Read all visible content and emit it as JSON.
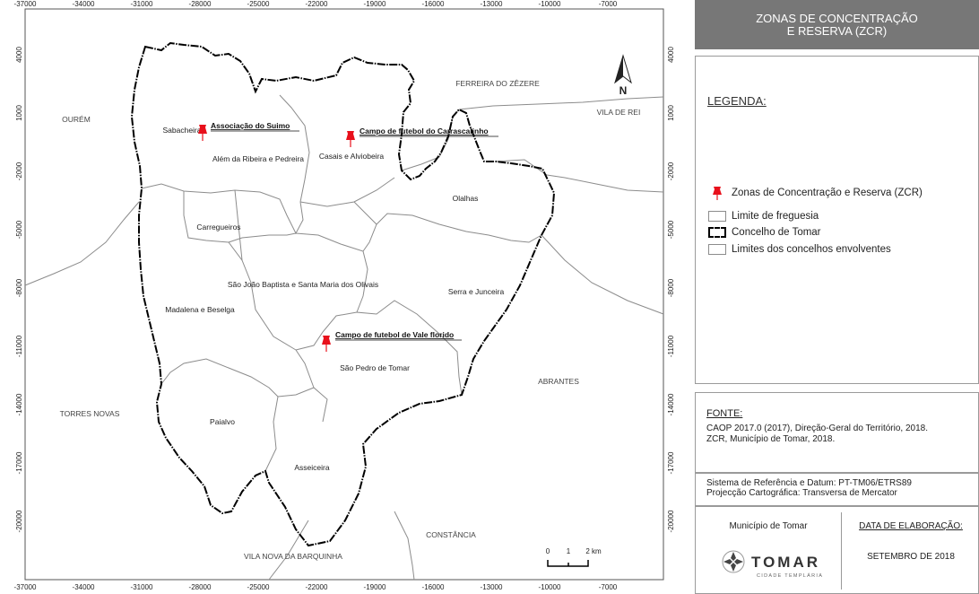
{
  "title": {
    "line1": "ZONAS DE CONCENTRAÇÃO",
    "line2": "E RESERVA (ZCR)"
  },
  "axis": {
    "top": [
      "-37000",
      "-34000",
      "-31000",
      "-28000",
      "-25000",
      "-22000",
      "-19000",
      "-16000",
      "-13000",
      "-10000",
      "-7000"
    ],
    "bottom": [
      "-37000",
      "-34000",
      "-31000",
      "-28000",
      "-25000",
      "-22000",
      "-19000",
      "-16000",
      "-13000",
      "-10000",
      "-7000"
    ],
    "left": [
      "4000",
      "1000",
      "-2000",
      "-5000",
      "-8000",
      "-11000",
      "-14000",
      "-17000",
      "-20000"
    ],
    "right": [
      "4000",
      "1000",
      "-2000",
      "-5000",
      "-8000",
      "-11000",
      "-14000",
      "-17000",
      "-20000"
    ]
  },
  "north_label": "N",
  "parishes": [
    "Sabacheira",
    "Além da Ribeira e Pedreira",
    "Casais e Alviobeira",
    "Olalhas",
    "Carregueiros",
    "São João Baptista e Santa Maria dos Olivais",
    "Serra e Junceira",
    "Madalena e Beselga",
    "São Pedro de Tomar",
    "Paialvo",
    "Asseiceira"
  ],
  "neighbors": [
    "FERREIRA DO ZÊZERE",
    "VILA DE REI",
    "OURÉM",
    "TORRES NOVAS",
    "ABRANTES",
    "CONSTÂNCIA",
    "VILA NOVA DA BARQUINHA"
  ],
  "zcr": [
    {
      "name": "Associação do Suimo"
    },
    {
      "name": "Campo de futebol do Carrascalinho"
    },
    {
      "name": "Campo de futebol de Vale florido"
    }
  ],
  "scalebar": {
    "labels": [
      "0",
      "1",
      "2 km"
    ]
  },
  "legend": {
    "heading": "LEGENDA:",
    "items": [
      {
        "label": "Zonas de Concentração e Reserva (ZCR)",
        "icon": "pushpin-icon",
        "color": "#e8101b"
      },
      {
        "label": "Limite de freguesia",
        "color": "#8c8c8c"
      },
      {
        "label": "Concelho de Tomar",
        "color": "#000000"
      },
      {
        "label": "Limites dos concelhos envolventes",
        "color": "#8c8c8c"
      }
    ]
  },
  "source": {
    "heading": "FONTE:",
    "line1": "CAOP 2017.0 (2017), Direção-Geral do Território, 2018.",
    "line2": "ZCR, Município de Tomar, 2018."
  },
  "reference": {
    "line1": "Sistema de Referência e Datum: PT-TM06/ETRS89",
    "line2": "Projecção Cartográfica: Transversa de Mercator"
  },
  "organization": {
    "name": "Município de Tomar",
    "logo_text": "TOMAR",
    "logo_subtext": "CIDADE TEMPLÁRIA"
  },
  "date": {
    "heading": "DATA DE ELABORAÇÃO:",
    "value": "SETEMBRO DE 2018"
  },
  "colors": {
    "zcr_marker": "#e8101b",
    "municipality_border": "#000000",
    "parish_border": "#8c8c8c",
    "title_bg": "#777777"
  }
}
